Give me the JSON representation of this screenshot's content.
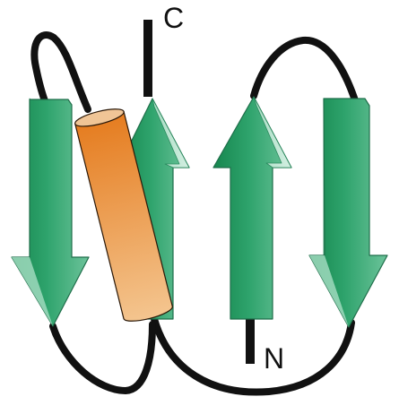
{
  "labels": {
    "c_terminus": "C",
    "n_terminus": "N"
  },
  "colors": {
    "strand_base": "#2ea36c",
    "strand_dark": "#16864e",
    "strand_light": "#8fd0b0",
    "strand_face": "#c4e8d6",
    "helix_top": "#e57c1f",
    "helix_bottom": "#f4c58f",
    "helix_cap": "#f0c596",
    "helix_edge": "#2a1808",
    "loop": "#111111",
    "label": "#111111"
  },
  "structure": {
    "strands": [
      {
        "id": 1,
        "direction": "down"
      },
      {
        "id": 2,
        "direction": "up"
      },
      {
        "id": 3,
        "direction": "up"
      },
      {
        "id": 4,
        "direction": "down"
      }
    ],
    "helices": [
      {
        "id": 1
      }
    ]
  }
}
